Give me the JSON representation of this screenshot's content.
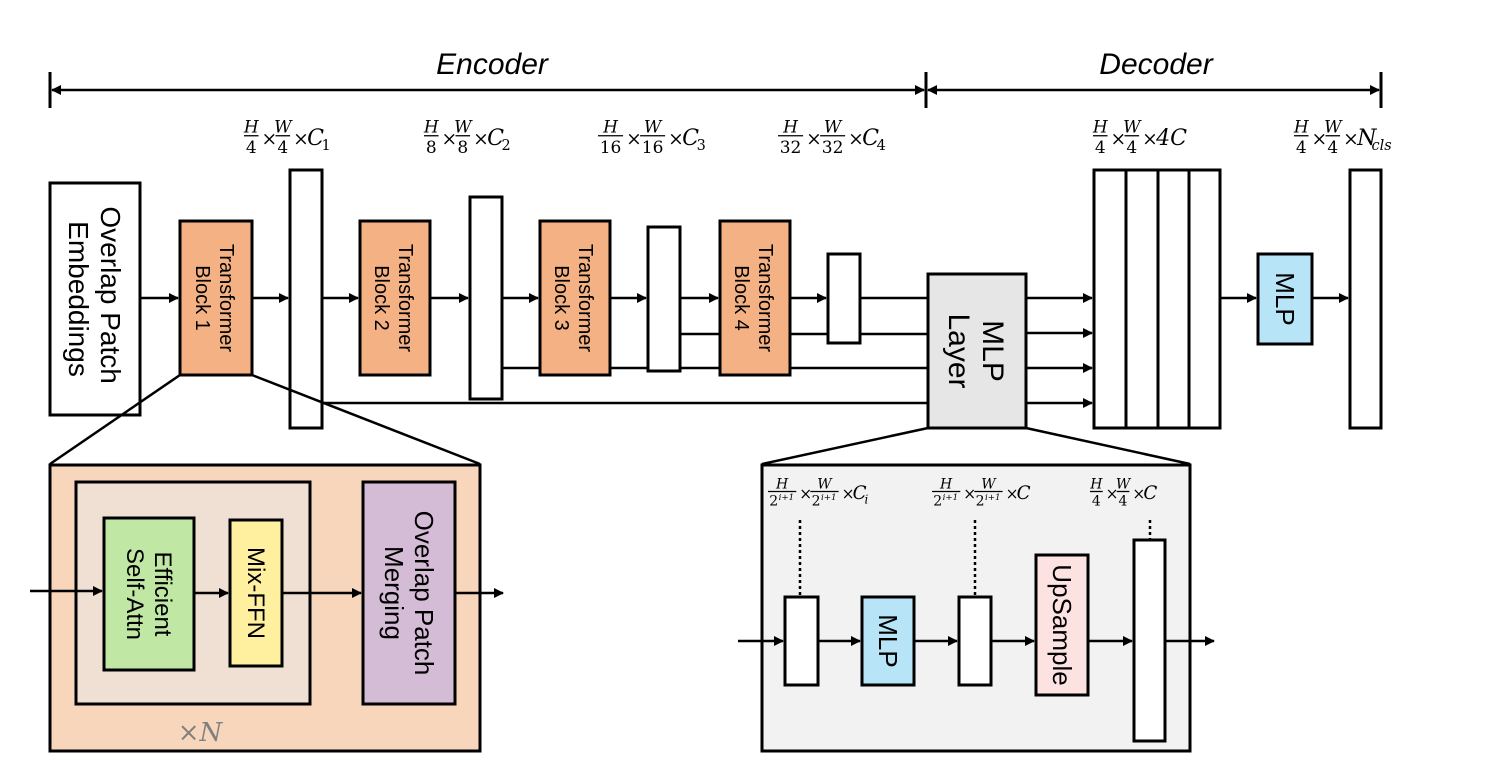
{
  "header": {
    "encoder_label": "Encoder",
    "decoder_label": "Decoder"
  },
  "dims": {
    "stage1": {
      "num_h": "H",
      "den_h": "4",
      "num_w": "W",
      "den_w": "4",
      "ch": "C",
      "sub": "1"
    },
    "stage2": {
      "num_h": "H",
      "den_h": "8",
      "num_w": "W",
      "den_w": "8",
      "ch": "C",
      "sub": "2"
    },
    "stage3": {
      "num_h": "H",
      "den_h": "16",
      "num_w": "W",
      "den_w": "16",
      "ch": "C",
      "sub": "3"
    },
    "stage4": {
      "num_h": "H",
      "den_h": "32",
      "num_w": "W",
      "den_w": "32",
      "ch": "C",
      "sub": "4"
    },
    "concat": {
      "num_h": "H",
      "den_h": "4",
      "num_w": "W",
      "den_w": "4",
      "ch": "4C",
      "sub": ""
    },
    "output": {
      "num_h": "H",
      "den_h": "4",
      "num_w": "W",
      "den_w": "4",
      "ch": "N",
      "sub": "cls"
    }
  },
  "blocks": {
    "patch_embed": [
      "Overlap Patch",
      "Embeddings"
    ],
    "tb1": [
      "Transformer",
      "Block 1"
    ],
    "tb2": [
      "Transformer",
      "Block 2"
    ],
    "tb3": [
      "Transformer",
      "Block 3"
    ],
    "tb4": [
      "Transformer",
      "Block 4"
    ],
    "mlp_layer": [
      "MLP",
      "Layer"
    ],
    "mlp_head": "MLP"
  },
  "encoder_detail": {
    "esa": [
      "Efficient",
      "Self-Attn"
    ],
    "ffn": "Mix-FFN",
    "merge": [
      "Overlap Patch",
      "Merging"
    ],
    "repeat": "×N"
  },
  "decoder_detail": {
    "dim_in": {
      "num_h": "H",
      "den_h": "2",
      "exp_h": "i+1",
      "num_w": "W",
      "den_w": "2",
      "exp_w": "i+1",
      "ch": "C",
      "sub": "i"
    },
    "dim_mid": {
      "num_h": "H",
      "den_h": "2",
      "exp_h": "i+1",
      "num_w": "W",
      "den_w": "2",
      "exp_w": "i+1",
      "ch": "C",
      "sub": ""
    },
    "dim_out": {
      "num_h": "H",
      "den_h": "4",
      "num_w": "W",
      "den_w": "4",
      "ch": "C",
      "sub": ""
    },
    "mlp": "MLP",
    "upsample": "UpSample"
  },
  "colors": {
    "transformer": "#f4b183",
    "encoder_panel": "#f8d6bc",
    "encoder_inner": "#f0dfd3",
    "esa": "#c0e8a4",
    "ffn": "#fff0a0",
    "merge": "#d5bcd6",
    "mlp": "#b8e4f8",
    "mlp_layer": "#e6e6e6",
    "decoder_panel": "#f2f2f2",
    "upsample": "#fde2e2",
    "repeat_text": "#808080"
  }
}
